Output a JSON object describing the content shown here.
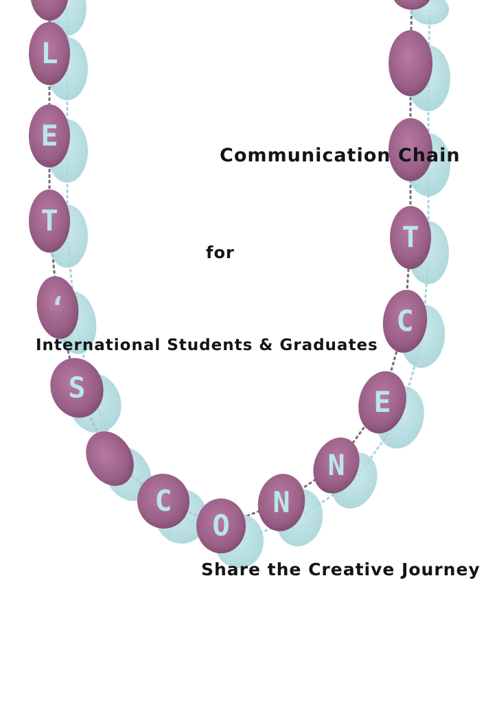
{
  "poster": {
    "title": "Communication Chain",
    "connector": "for",
    "audience": "International Students & Graduates",
    "tagline": "Share the Creative Journey"
  },
  "chain": {
    "bead_color": "#9a5f86",
    "shadow_color": "#a6d6da",
    "letter_color": "#b9e6e6",
    "link_color": "#6f6f7a",
    "beads": [
      {
        "letter": ""
      },
      {
        "letter": "L"
      },
      {
        "letter": "E"
      },
      {
        "letter": "T"
      },
      {
        "letter": "‘"
      },
      {
        "letter": "S"
      },
      {
        "letter": ""
      },
      {
        "letter": "C"
      },
      {
        "letter": "O"
      },
      {
        "letter": "N"
      },
      {
        "letter": "N"
      },
      {
        "letter": "E"
      },
      {
        "letter": "C"
      },
      {
        "letter": "T"
      },
      {
        "letter": ""
      },
      {
        "letter": ""
      },
      {
        "letter": ""
      }
    ]
  }
}
